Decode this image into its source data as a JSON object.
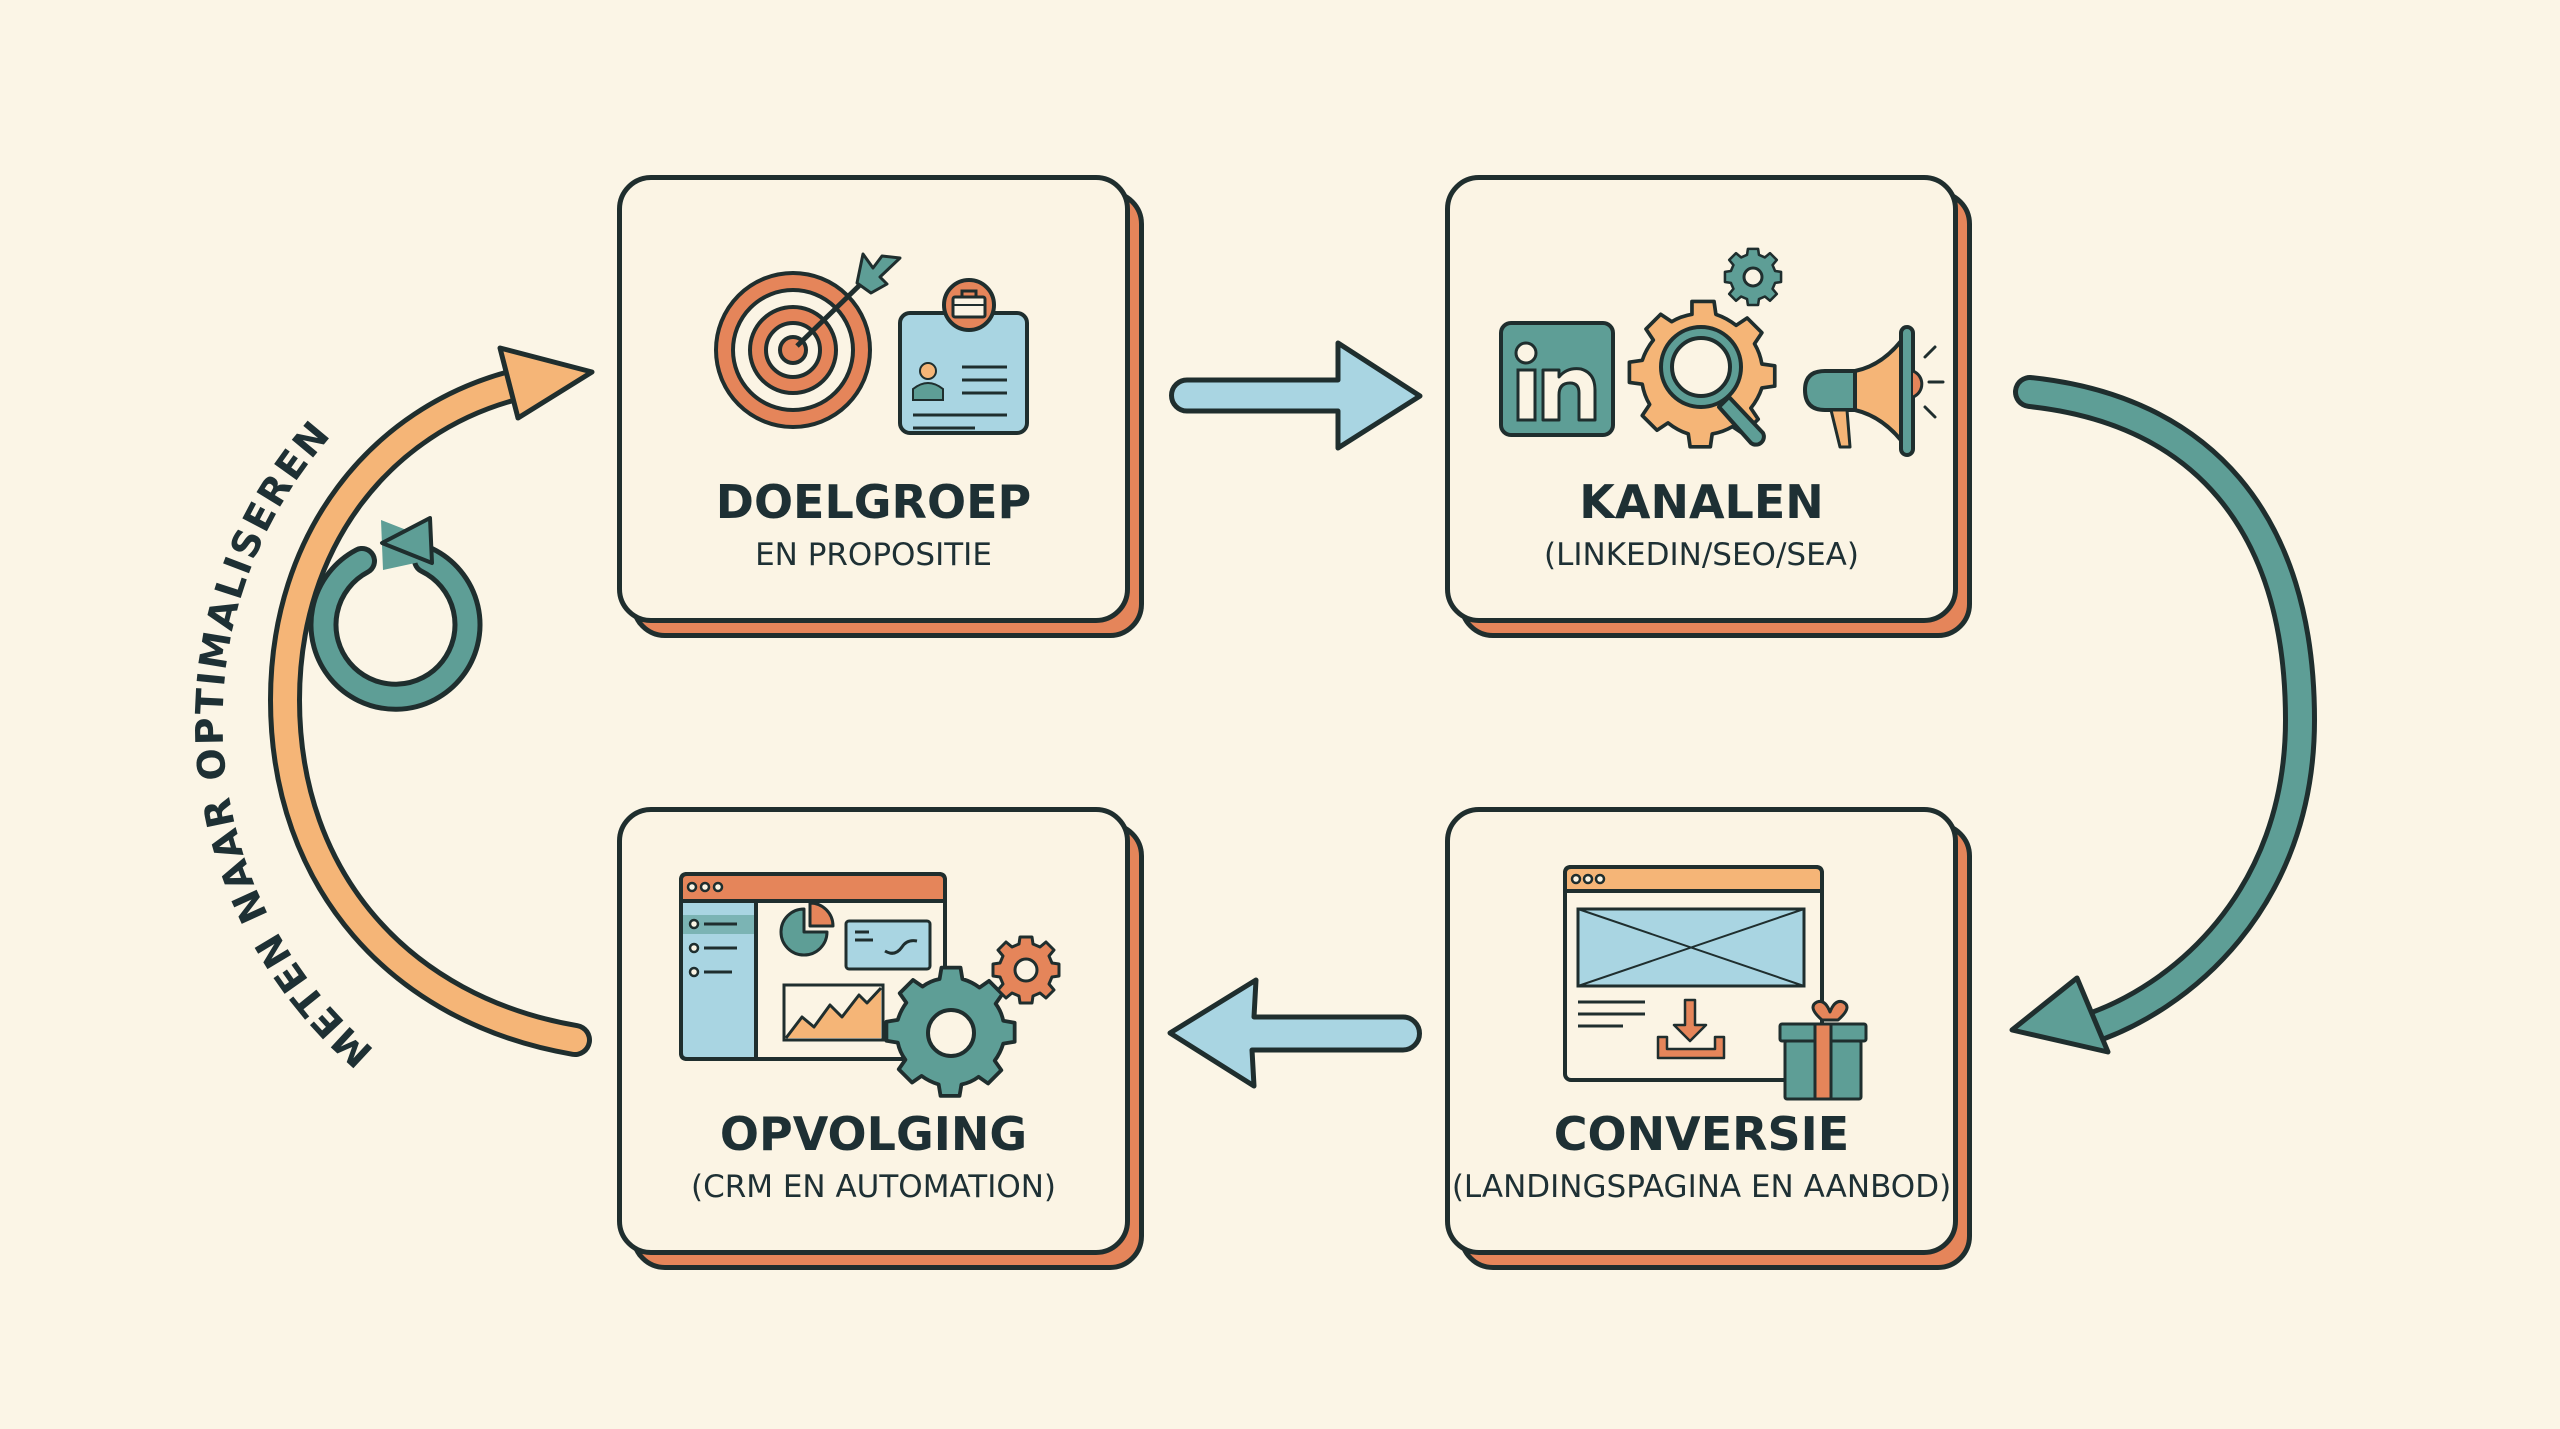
{
  "diagram": {
    "type": "cycle",
    "background_color": "#FBF5E6",
    "colors": {
      "outline": "#1F2E2E",
      "card_face": "#FBF4E4",
      "card_shadow": "#E5855A",
      "teal": "#5E9E96",
      "light_blue": "#A9D5E2",
      "light_orange": "#F5B577",
      "orange": "#E5855A",
      "text": "#1E3034"
    },
    "steps": [
      {
        "id": "doelgroep",
        "title": "DOELGROEP",
        "subtitle": "EN PROPOSITIE",
        "icons": [
          "target-icon",
          "id-card-icon",
          "briefcase-icon"
        ]
      },
      {
        "id": "kanalen",
        "title": "KANALEN",
        "subtitle": "(LINKEDIN/SEO/SEA)",
        "icons": [
          "linkedin-icon",
          "gear-search-icon",
          "small-gear-icon",
          "megaphone-icon"
        ]
      },
      {
        "id": "conversie",
        "title": "CONVERSIE",
        "subtitle": "(LANDINGSPAGINA EN AANBOD)",
        "icons": [
          "landing-page-icon",
          "download-icon",
          "gift-icon"
        ]
      },
      {
        "id": "opvolging",
        "title": "OPVOLGING",
        "subtitle": "(CRM EN AUTOMATION)",
        "icons": [
          "dashboard-icon",
          "pie-chart-icon",
          "line-chart-icon",
          "gear-icon",
          "small-gear-icon"
        ]
      }
    ],
    "connections": [
      {
        "from": "doelgroep",
        "to": "kanalen",
        "style": "straight-arrow-right",
        "color": "#A9D5E2"
      },
      {
        "from": "kanalen",
        "to": "conversie",
        "style": "curved-arrow-down",
        "color": "#5E9E96"
      },
      {
        "from": "conversie",
        "to": "opvolging",
        "style": "straight-arrow-left",
        "color": "#A9D5E2"
      },
      {
        "from": "opvolging",
        "to": "doelgroep",
        "style": "curved-arrow-up",
        "color": "#F5B577"
      }
    ],
    "loop_label": "METEN NAAR OPTIMALISEREN",
    "loop_icon": "refresh-cycle-icon"
  }
}
